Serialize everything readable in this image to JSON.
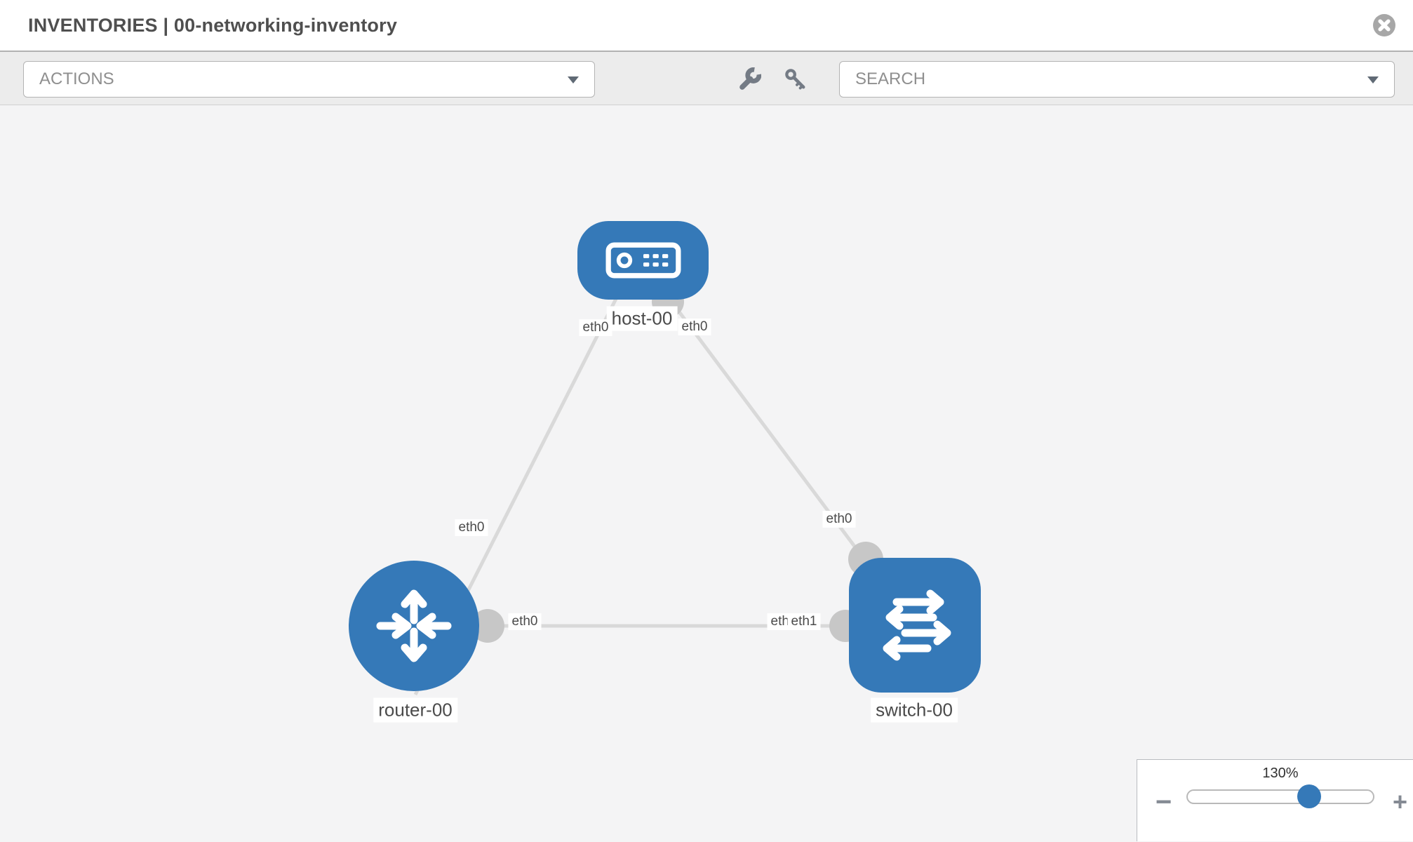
{
  "header": {
    "title": "INVENTORIES | 00-networking-inventory"
  },
  "toolbar": {
    "actions_label": "ACTIONS",
    "search_placeholder": "SEARCH"
  },
  "graph": {
    "nodes": [
      {
        "name": "host-00",
        "type": "host"
      },
      {
        "name": "router-00",
        "type": "router"
      },
      {
        "name": "switch-00",
        "type": "switch"
      }
    ],
    "labels": {
      "host": "host-00",
      "router": "router-00",
      "switch": "switch-00"
    },
    "ifaces": {
      "host_left": "eth0",
      "host_right": "eth0",
      "router_top": "eth0",
      "router_right": "eth0",
      "switch_top": "eth0",
      "switch_left_under": "eth0",
      "switch_left_over": "eth1"
    },
    "links": [
      {
        "source": "host-00",
        "source_iface": "eth0",
        "target": "router-00",
        "target_iface": "eth0"
      },
      {
        "source": "host-00",
        "source_iface": "eth0",
        "target": "switch-00",
        "target_iface": "eth0"
      },
      {
        "source": "router-00",
        "source_iface": "eth0",
        "target": "switch-00",
        "target_iface": "eth1"
      }
    ]
  },
  "zoom_control": {
    "value": "130%",
    "minus_label": "−",
    "plus_label": "+"
  },
  "colors": {
    "node_blue": "#3579b8",
    "link_gray": "#d9d9d9",
    "stub_gray": "#c7c7c7",
    "icon_gray": "#747b85",
    "text_dark": "#4b4b4b",
    "placeholder_gray": "#8f8f8f"
  }
}
